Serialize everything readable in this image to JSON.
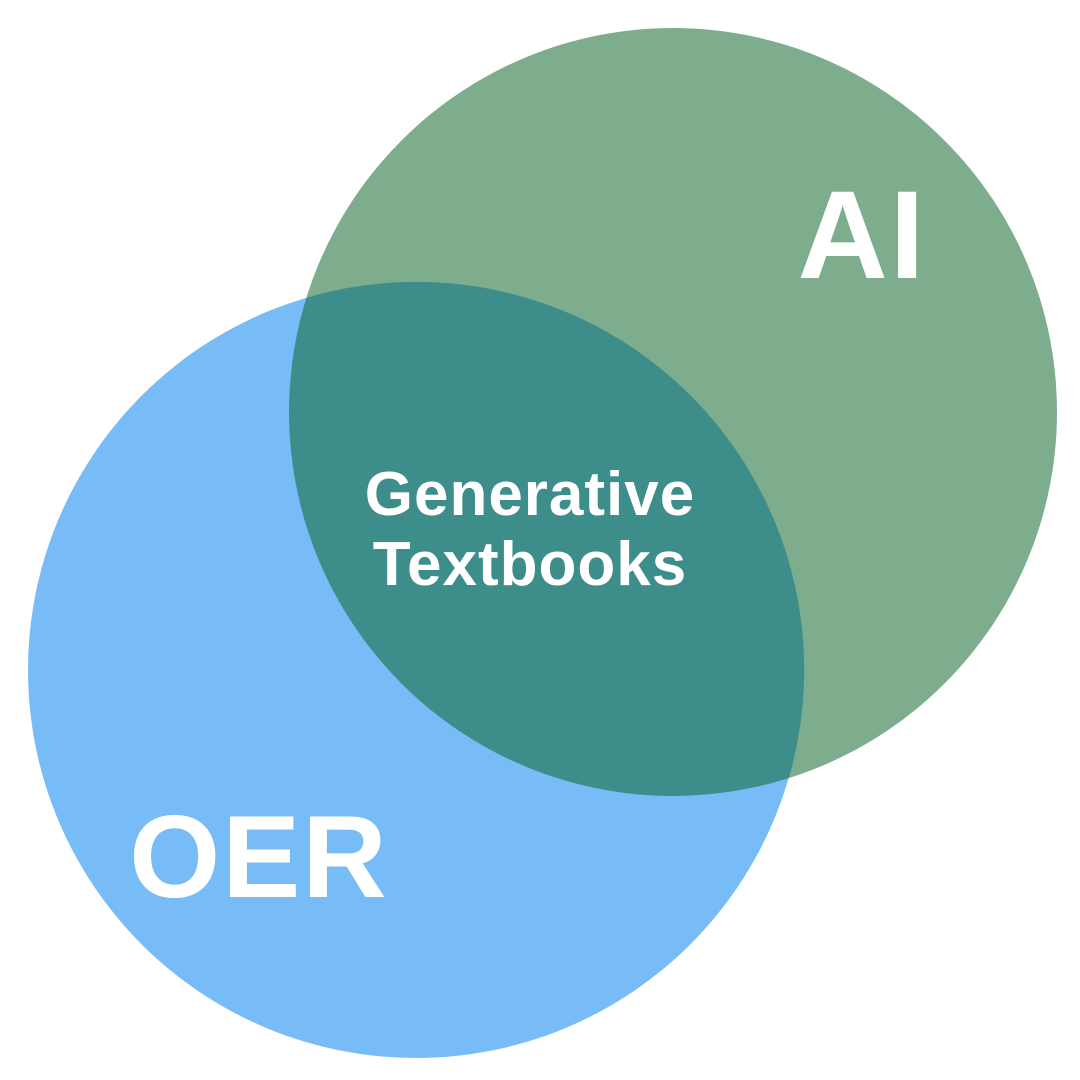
{
  "page": {
    "background": "#ffffff"
  },
  "diagram": {
    "type": "venn-2-set",
    "sets": [
      {
        "id": "ai",
        "label": "AI",
        "color": "#7ead8e"
      },
      {
        "id": "oer",
        "label": "OER",
        "color": "#78bcf7"
      }
    ],
    "intersection": {
      "label": "Generative Textbooks",
      "line1": "Generative",
      "line2": "Textbooks",
      "color": "#3d8e8b"
    },
    "text_color": "#ffffff"
  }
}
